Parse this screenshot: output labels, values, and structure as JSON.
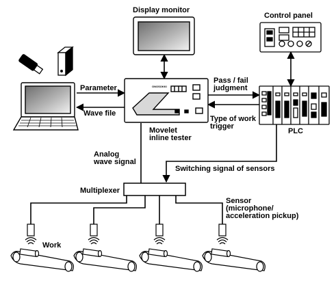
{
  "labels": {
    "display_monitor": "Display monitor",
    "control_panel": "Control panel",
    "parameter": "Parameter",
    "wave_file": "Wave file",
    "pass_fail": "Pass / fail",
    "judgment": "judgment",
    "type_of_work": "Type of work",
    "trigger": "trigger",
    "plc": "PLC",
    "movelet_1": "Movelet",
    "movelet_2": "inline tester",
    "analog_1": "Analog",
    "analog_2": "wave signal",
    "switching": "Switching signal of sensors",
    "multiplexer": "Multiplexer",
    "sensor_1": "Sensor",
    "sensor_2": "(microphone/",
    "sensor_3": "acceleration pickup)",
    "work": "Work"
  },
  "device_text": {
    "tester_logo": "ONOSOKKI"
  },
  "icons": {
    "usb": "usb-stick-icon",
    "drive": "external-drive-icon",
    "laptop": "laptop-icon",
    "tester": "tester-unit-icon",
    "monitor": "monitor-icon",
    "control_panel": "control-panel-icon",
    "plc": "plc-rack-icon",
    "multiplexer": "multiplexer-box-icon",
    "sensor": "sensor-icon",
    "work": "work-roller-icon"
  },
  "colors": {
    "line": "#000000",
    "fill": "#ffffff",
    "screen_gray": "#9a9a9a",
    "shade": "#d8d8d8"
  }
}
